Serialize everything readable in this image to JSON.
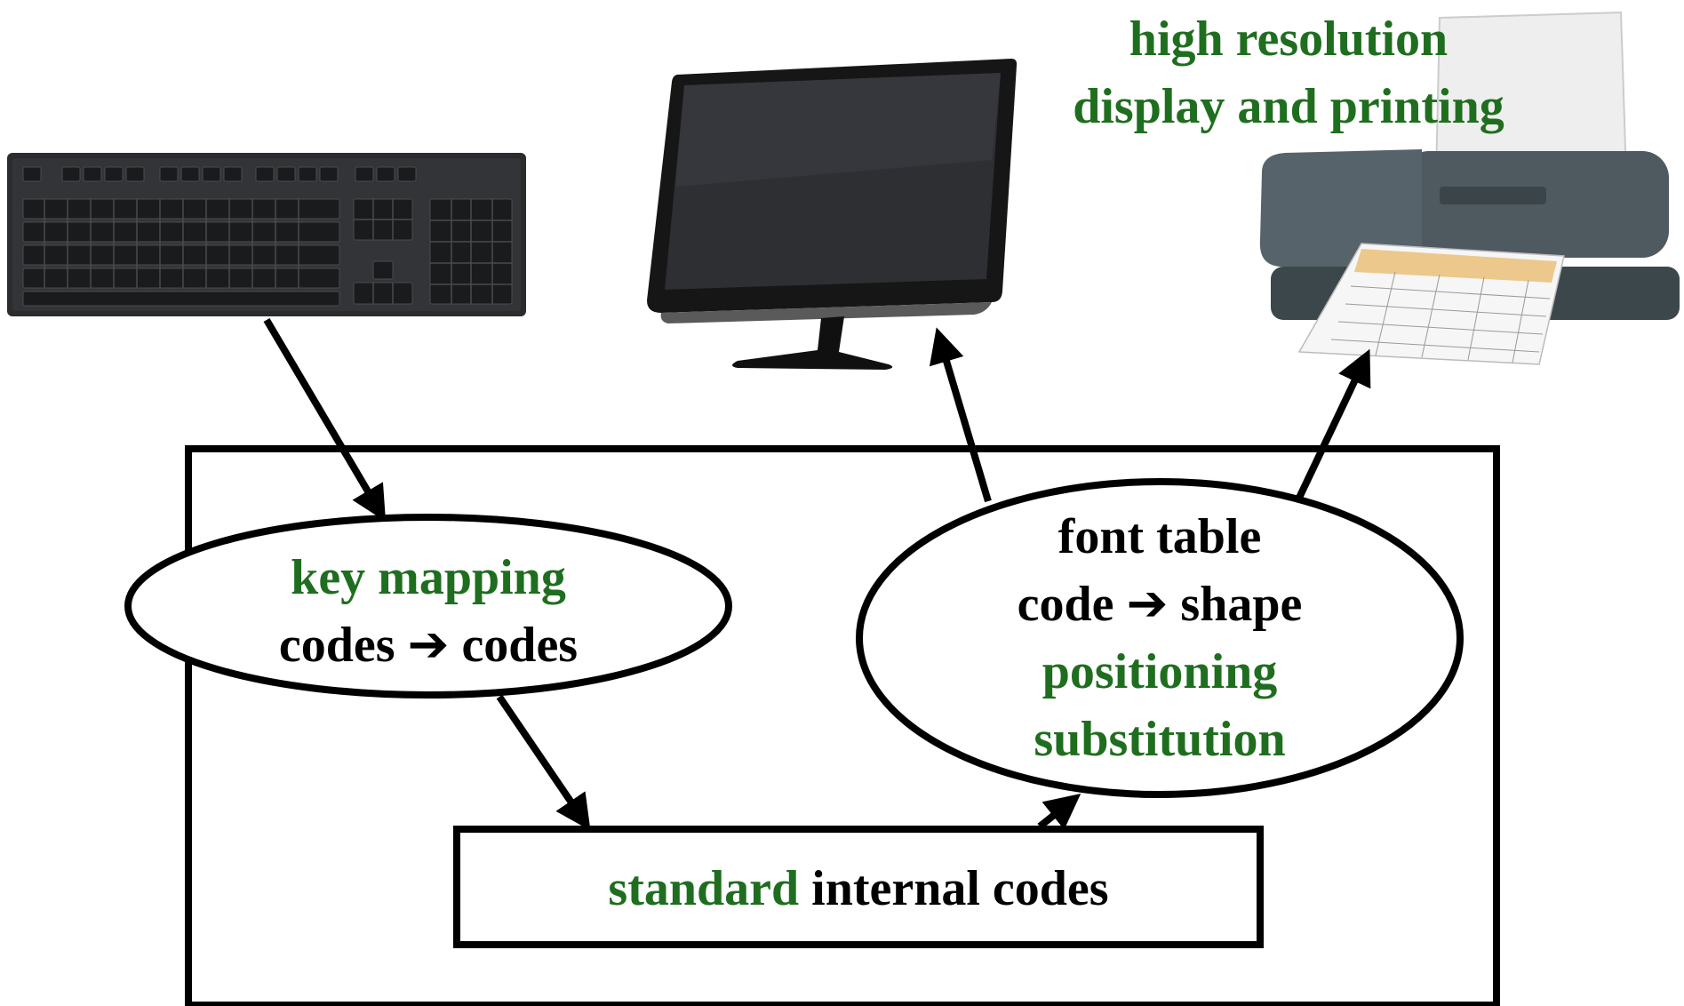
{
  "colors": {
    "green": "#1f6e1f",
    "black": "#000000"
  },
  "icons": [
    "keyboard-icon",
    "monitor-icon",
    "printer-icon",
    "right-arrow-icon"
  ],
  "output_label": {
    "line1": "high resolution",
    "line2": "display and printing"
  },
  "key_mapping": {
    "title": "key mapping",
    "left": "codes",
    "arrow": "➔",
    "right": "codes"
  },
  "font_table": {
    "title": "font table",
    "left": "code",
    "arrow": "➔",
    "right": "shape",
    "line3": "positioning",
    "line4": "substitution"
  },
  "internal_codes": {
    "word1": "standard",
    "word2": "internal codes"
  }
}
